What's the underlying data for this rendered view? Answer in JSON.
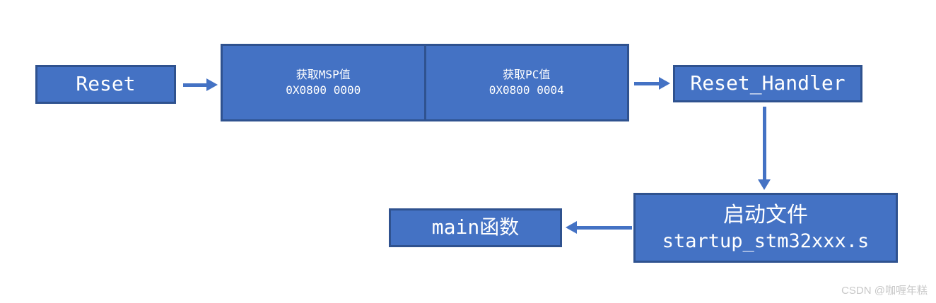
{
  "diagram": {
    "title": "STM32 reset startup flow",
    "nodes": {
      "reset": {
        "label": "Reset"
      },
      "get_msp": {
        "line1": "获取MSP值",
        "line2": "0X0800 0000"
      },
      "get_pc": {
        "line1": "获取PC值",
        "line2": "0X0800 0004"
      },
      "reset_handler": {
        "label": "Reset_Handler"
      },
      "startup_file": {
        "line1": "启动文件",
        "line2": "startup_stm32xxx.s"
      },
      "main": {
        "label": "main函数"
      }
    },
    "edges": [
      {
        "from": "reset",
        "to": "get_msp",
        "direction": "right"
      },
      {
        "from": "get_pc",
        "to": "reset_handler",
        "direction": "right"
      },
      {
        "from": "reset_handler",
        "to": "startup_file",
        "direction": "down"
      },
      {
        "from": "startup_file",
        "to": "main",
        "direction": "left"
      }
    ],
    "watermark": {
      "text": "CSDN @咖喱年糕"
    }
  },
  "colors": {
    "box_fill": "#4472C4",
    "box_border": "#2F528F",
    "arrow": "#4472C4",
    "text": "#FFFFFF",
    "watermark": "#C8C8C8",
    "bg": "#FFFFFF"
  }
}
